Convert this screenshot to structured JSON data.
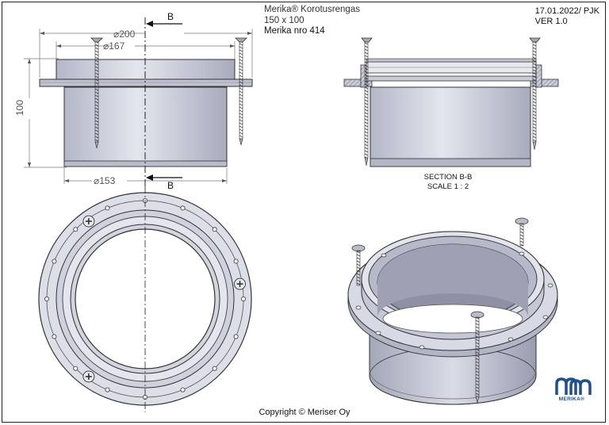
{
  "title": {
    "line1": "Merika® Korotusrengas",
    "line2": "150 x 100",
    "line3": "Merika nro 414"
  },
  "meta": {
    "date_author": "17.01.2022/ PJK",
    "version": "VER 1.0"
  },
  "dimensions": {
    "d200": "⌀200",
    "d167": "⌀167",
    "d153": "⌀153",
    "height": "100",
    "section_mark_top": "B",
    "section_mark_bottom": "B"
  },
  "section_label": {
    "line1": "SECTION B-B",
    "line2": "SCALE 1 : 2"
  },
  "copyright": "Copyright © Meriser Oy",
  "logo": {
    "text": "MERIKA®",
    "color": "#1f4f8f"
  },
  "colors": {
    "part_fill": "#d4d6e2",
    "part_dark": "#a9acbd",
    "line": "#2a2a2a"
  }
}
